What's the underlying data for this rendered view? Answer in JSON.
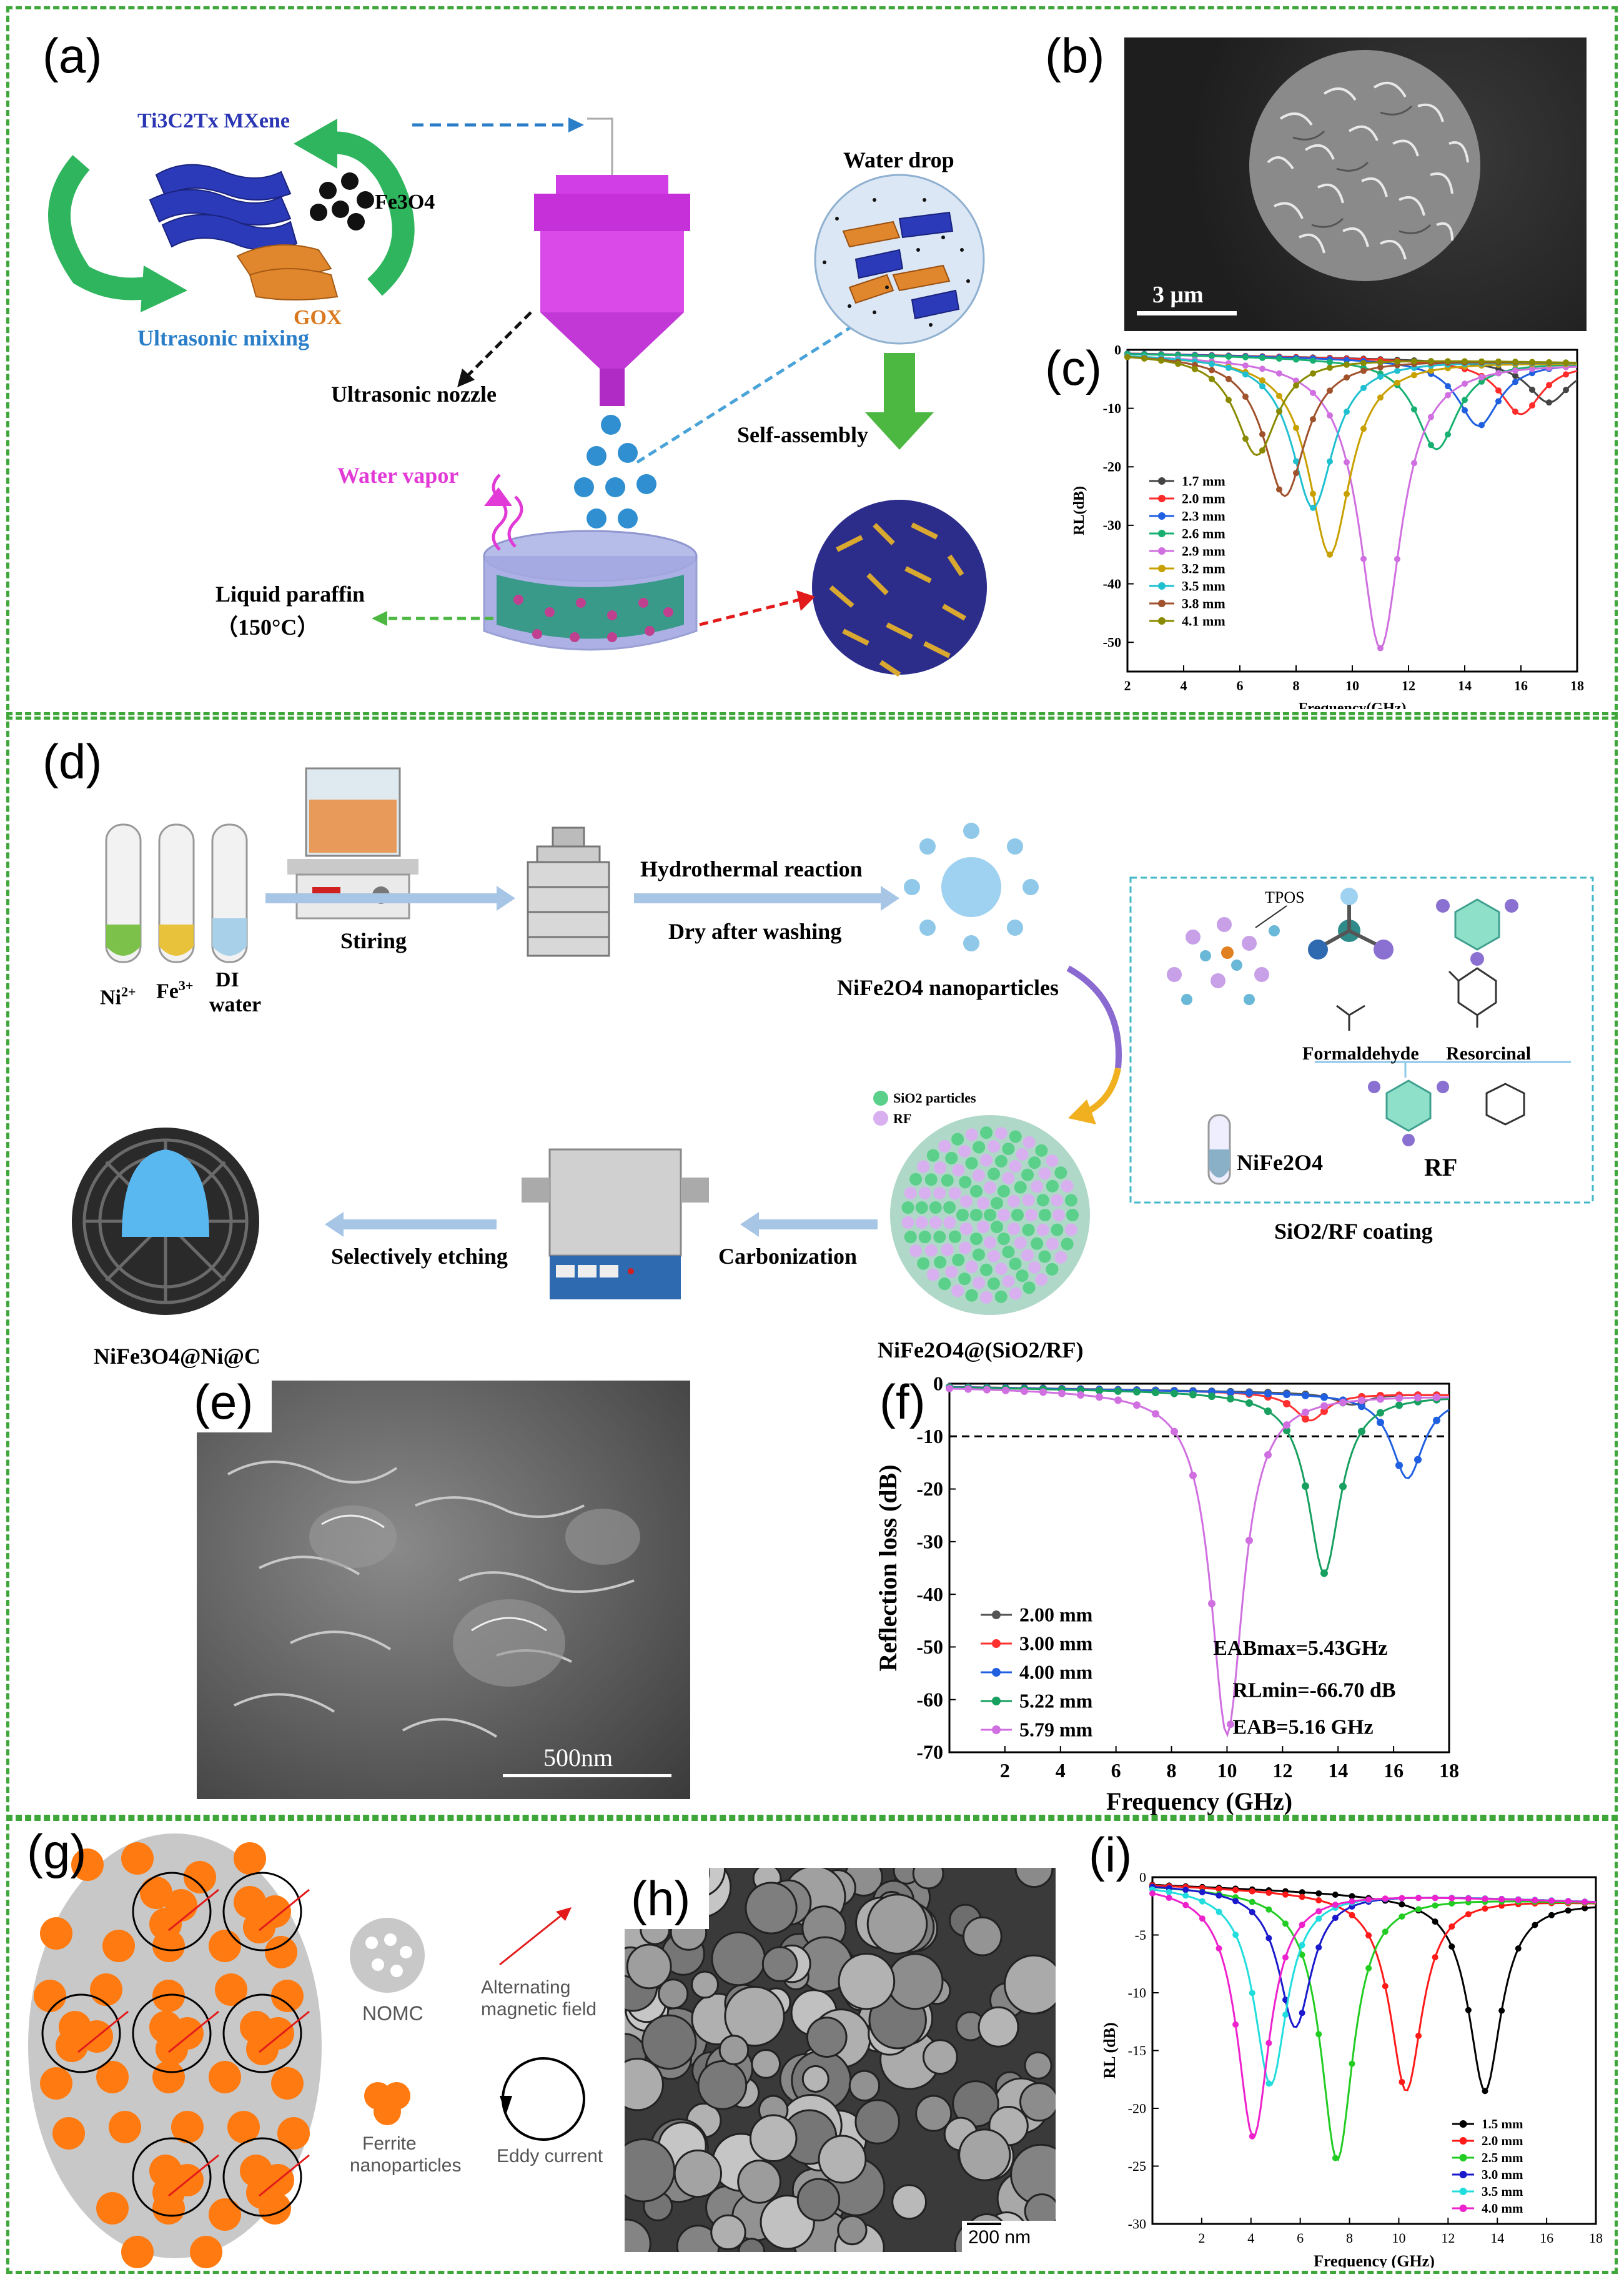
{
  "panels": {
    "a": {
      "label": "(a)",
      "mxene": "Ti3C2Tx MXene",
      "fe3o4": "Fe3O4",
      "gox": "GOX",
      "ultrasonic_mixing": "Ultrasonic mixing",
      "ultrasonic_nozzle": "Ultrasonic nozzle",
      "water_drop": "Water drop",
      "self_assembly": "Self-assembly",
      "water_vapor": "Water vapor",
      "liquid_paraffin": "Liquid paraffin",
      "temperature": "（150°C）"
    },
    "b": {
      "label": "(b)",
      "scale": "3 μm"
    },
    "c": {
      "label": "(c)"
    },
    "d": {
      "label": "(d)",
      "ni": "Ni",
      "fe": "Fe",
      "di_water_1": "DI",
      "di_water_2": "water",
      "stiring": "Stiring",
      "hydrothermal": "Hydrothermal reaction",
      "dry": "Dry after washing",
      "nanoparticles": "NiFe2O4 nanoparticles",
      "tpos": "TPOS",
      "formaldehyde": "Formaldehyde",
      "resorcinal": "Resorcinal",
      "nife2o4": "NiFe2O4",
      "rf": "RF",
      "coating": "SiO2/RF coating",
      "sio2_particles": "SiO2 particles",
      "rf_legend": "RF",
      "carbonization": "Carbonization",
      "etching": "Selectively etching",
      "core_shell": "NiFe2O4@(SiO2/RF)",
      "final": "NiFe3O4@Ni@C"
    },
    "e": {
      "label": "(e)",
      "scale": "500nm"
    },
    "f": {
      "label": "(f)"
    },
    "g": {
      "label": "(g)",
      "nomc": "NOMC",
      "alt_field_1": "Alternating",
      "alt_field_2": "magnetic field",
      "ferrite_1": "Ferrite",
      "ferrite_2": "nanoparticles",
      "eddy": "Eddy current"
    },
    "h": {
      "label": "(h)",
      "scale": "200 nm"
    },
    "i": {
      "label": "(i)"
    }
  },
  "chart_data": [
    {
      "id": "c",
      "type": "line",
      "xlabel": "Frequency(GHz)",
      "ylabel": "RL(dB)",
      "xlim": [
        2,
        18
      ],
      "ylim": [
        -55,
        0
      ],
      "xticks": [
        2,
        4,
        6,
        8,
        10,
        12,
        14,
        16,
        18
      ],
      "yticks": [
        0,
        -10,
        -20,
        -30,
        -40,
        -50
      ],
      "legend_position": "left",
      "series": [
        {
          "name": "1.7 mm",
          "color": "#444444",
          "min_x": 17.0,
          "min_y": -9
        },
        {
          "name": "2.0 mm",
          "color": "#ff2a2a",
          "min_x": 16.0,
          "min_y": -11
        },
        {
          "name": "2.3 mm",
          "color": "#1f5fe0",
          "min_x": 14.5,
          "min_y": -13
        },
        {
          "name": "2.6 mm",
          "color": "#18b070",
          "min_x": 13.0,
          "min_y": -17
        },
        {
          "name": "2.9 mm",
          "color": "#d070e0",
          "min_x": 11.0,
          "min_y": -51
        },
        {
          "name": "3.2 mm",
          "color": "#c8a000",
          "min_x": 9.2,
          "min_y": -35
        },
        {
          "name": "3.5 mm",
          "color": "#20c0d0",
          "min_x": 8.6,
          "min_y": -27
        },
        {
          "name": "3.8 mm",
          "color": "#a0522d",
          "min_x": 7.6,
          "min_y": -25
        },
        {
          "name": "4.1 mm",
          "color": "#8a8a00",
          "min_x": 6.6,
          "min_y": -18
        }
      ]
    },
    {
      "id": "f",
      "type": "line",
      "xlabel": "Frequency (GHz)",
      "ylabel": "Reflection loss (dB)",
      "xlim": [
        0,
        18
      ],
      "ylim": [
        -70,
        0
      ],
      "xticks": [
        2,
        4,
        6,
        8,
        10,
        12,
        14,
        16,
        18
      ],
      "yticks": [
        0,
        -10,
        -20,
        -30,
        -40,
        -50,
        -60,
        -70
      ],
      "reference_line": -10,
      "annotations": [
        "EABmax=5.43GHz",
        "RLmin=-66.70 dB",
        "EAB=5.16 GHz"
      ],
      "legend_position": "bottom-left",
      "series": [
        {
          "name": "2.00 mm",
          "color": "#555555",
          "min_x": 14.5,
          "min_y": -4
        },
        {
          "name": "3.00 mm",
          "color": "#ff3030",
          "min_x": 13.0,
          "min_y": -7
        },
        {
          "name": "4.00 mm",
          "color": "#2060e0",
          "min_x": 16.5,
          "min_y": -18
        },
        {
          "name": "5.22 mm",
          "color": "#18a060",
          "min_x": 13.5,
          "min_y": -36
        },
        {
          "name": "5.79 mm",
          "color": "#d070e0",
          "min_x": 10.0,
          "min_y": -66.7
        }
      ]
    },
    {
      "id": "i",
      "type": "line",
      "xlabel": "Frequency (GHz)",
      "ylabel": "RL (dB)",
      "xlim": [
        0,
        18
      ],
      "ylim": [
        -30,
        0
      ],
      "xticks": [
        2,
        4,
        6,
        8,
        10,
        12,
        14,
        16,
        18
      ],
      "yticks": [
        0,
        -5,
        -10,
        -15,
        -20,
        -25,
        -30
      ],
      "legend_position": "bottom-right",
      "series": [
        {
          "name": "1.5 mm",
          "color": "#000000",
          "min_x": 13.5,
          "min_y": -18.5
        },
        {
          "name": "2.0 mm",
          "color": "#ff1a1a",
          "min_x": 10.3,
          "min_y": -18.5
        },
        {
          "name": "2.5 mm",
          "color": "#22cc22",
          "min_x": 7.5,
          "min_y": -24.5
        },
        {
          "name": "3.0 mm",
          "color": "#1a1acc",
          "min_x": 5.8,
          "min_y": -13
        },
        {
          "name": "3.5 mm",
          "color": "#22dddd",
          "min_x": 4.8,
          "min_y": -18
        },
        {
          "name": "4.0 mm",
          "color": "#ee22cc",
          "min_x": 4.1,
          "min_y": -22.5
        }
      ]
    }
  ]
}
